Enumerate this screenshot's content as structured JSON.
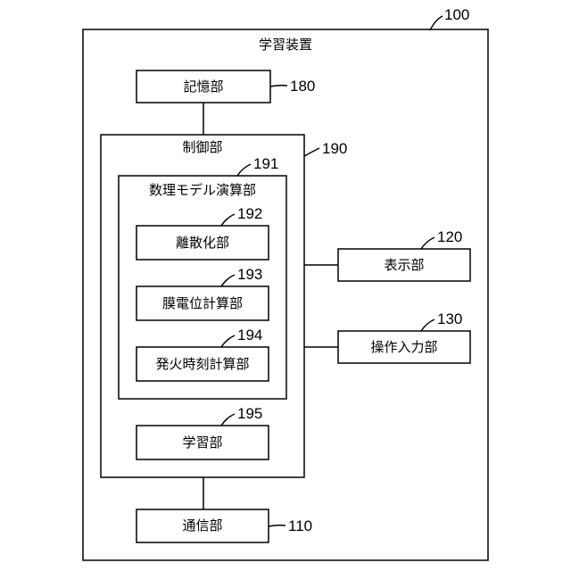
{
  "device": {
    "ref": "100",
    "title": "学習装置"
  },
  "storage": {
    "ref": "180",
    "label": "記憶部"
  },
  "control": {
    "ref": "190",
    "label": "制御部"
  },
  "model_calc": {
    "ref": "191",
    "label": "数理モデル演算部"
  },
  "discretization": {
    "ref": "192",
    "label": "離散化部"
  },
  "membrane_potential": {
    "ref": "193",
    "label": "膜電位計算部"
  },
  "firing_time": {
    "ref": "194",
    "label": "発火時刻計算部"
  },
  "learning": {
    "ref": "195",
    "label": "学習部"
  },
  "display": {
    "ref": "120",
    "label": "表示部"
  },
  "operation_input": {
    "ref": "130",
    "label": "操作入力部"
  },
  "communication": {
    "ref": "110",
    "label": "通信部"
  }
}
